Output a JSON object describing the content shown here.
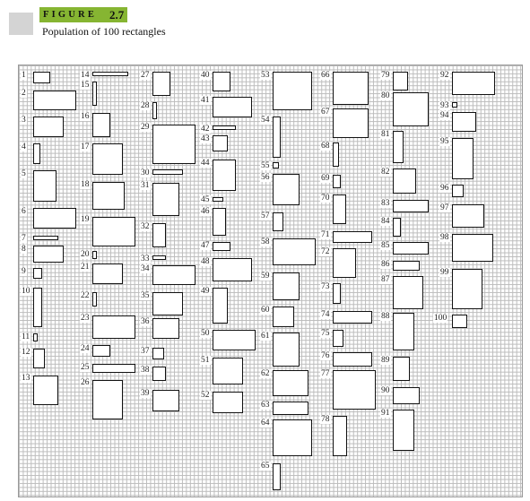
{
  "figure": {
    "label_word": "FIGURE",
    "number": "2.7",
    "caption": "Population of 100 rectangles"
  },
  "rectangles": [
    {
      "n": "1"
    },
    {
      "n": "2"
    },
    {
      "n": "3"
    },
    {
      "n": "4"
    },
    {
      "n": "5"
    },
    {
      "n": "6"
    },
    {
      "n": "7"
    },
    {
      "n": "8"
    },
    {
      "n": "9"
    },
    {
      "n": "10"
    },
    {
      "n": "11"
    },
    {
      "n": "12"
    },
    {
      "n": "13"
    },
    {
      "n": "14"
    },
    {
      "n": "15"
    },
    {
      "n": "16"
    },
    {
      "n": "17"
    },
    {
      "n": "18"
    },
    {
      "n": "19"
    },
    {
      "n": "20"
    },
    {
      "n": "21"
    },
    {
      "n": "22"
    },
    {
      "n": "23"
    },
    {
      "n": "24"
    },
    {
      "n": "25"
    },
    {
      "n": "26"
    },
    {
      "n": "27"
    },
    {
      "n": "28"
    },
    {
      "n": "29"
    },
    {
      "n": "30"
    },
    {
      "n": "31"
    },
    {
      "n": "32"
    },
    {
      "n": "33"
    },
    {
      "n": "34"
    },
    {
      "n": "35"
    },
    {
      "n": "36"
    },
    {
      "n": "37"
    },
    {
      "n": "38"
    },
    {
      "n": "39"
    },
    {
      "n": "40"
    },
    {
      "n": "41"
    },
    {
      "n": "42"
    },
    {
      "n": "43"
    },
    {
      "n": "44"
    },
    {
      "n": "45"
    },
    {
      "n": "46"
    },
    {
      "n": "47"
    },
    {
      "n": "48"
    },
    {
      "n": "49"
    },
    {
      "n": "50"
    },
    {
      "n": "51"
    },
    {
      "n": "52"
    },
    {
      "n": "53"
    },
    {
      "n": "54"
    },
    {
      "n": "55"
    },
    {
      "n": "56"
    },
    {
      "n": "57"
    },
    {
      "n": "58"
    },
    {
      "n": "59"
    },
    {
      "n": "60"
    },
    {
      "n": "61"
    },
    {
      "n": "62"
    },
    {
      "n": "63"
    },
    {
      "n": "64"
    },
    {
      "n": "65"
    },
    {
      "n": "66"
    },
    {
      "n": "67"
    },
    {
      "n": "68"
    },
    {
      "n": "69"
    },
    {
      "n": "70"
    },
    {
      "n": "71"
    },
    {
      "n": "72"
    },
    {
      "n": "73"
    },
    {
      "n": "74"
    },
    {
      "n": "75"
    },
    {
      "n": "76"
    },
    {
      "n": "77"
    },
    {
      "n": "78"
    },
    {
      "n": "79"
    },
    {
      "n": "80"
    },
    {
      "n": "81"
    },
    {
      "n": "82"
    },
    {
      "n": "83"
    },
    {
      "n": "84"
    },
    {
      "n": "85"
    },
    {
      "n": "86"
    },
    {
      "n": "87"
    },
    {
      "n": "88"
    },
    {
      "n": "89"
    },
    {
      "n": "90"
    },
    {
      "n": "91"
    },
    {
      "n": "92"
    },
    {
      "n": "93"
    },
    {
      "n": "94"
    },
    {
      "n": "95"
    },
    {
      "n": "96"
    },
    {
      "n": "97"
    },
    {
      "n": "98"
    },
    {
      "n": "99"
    },
    {
      "n": "100"
    }
  ]
}
